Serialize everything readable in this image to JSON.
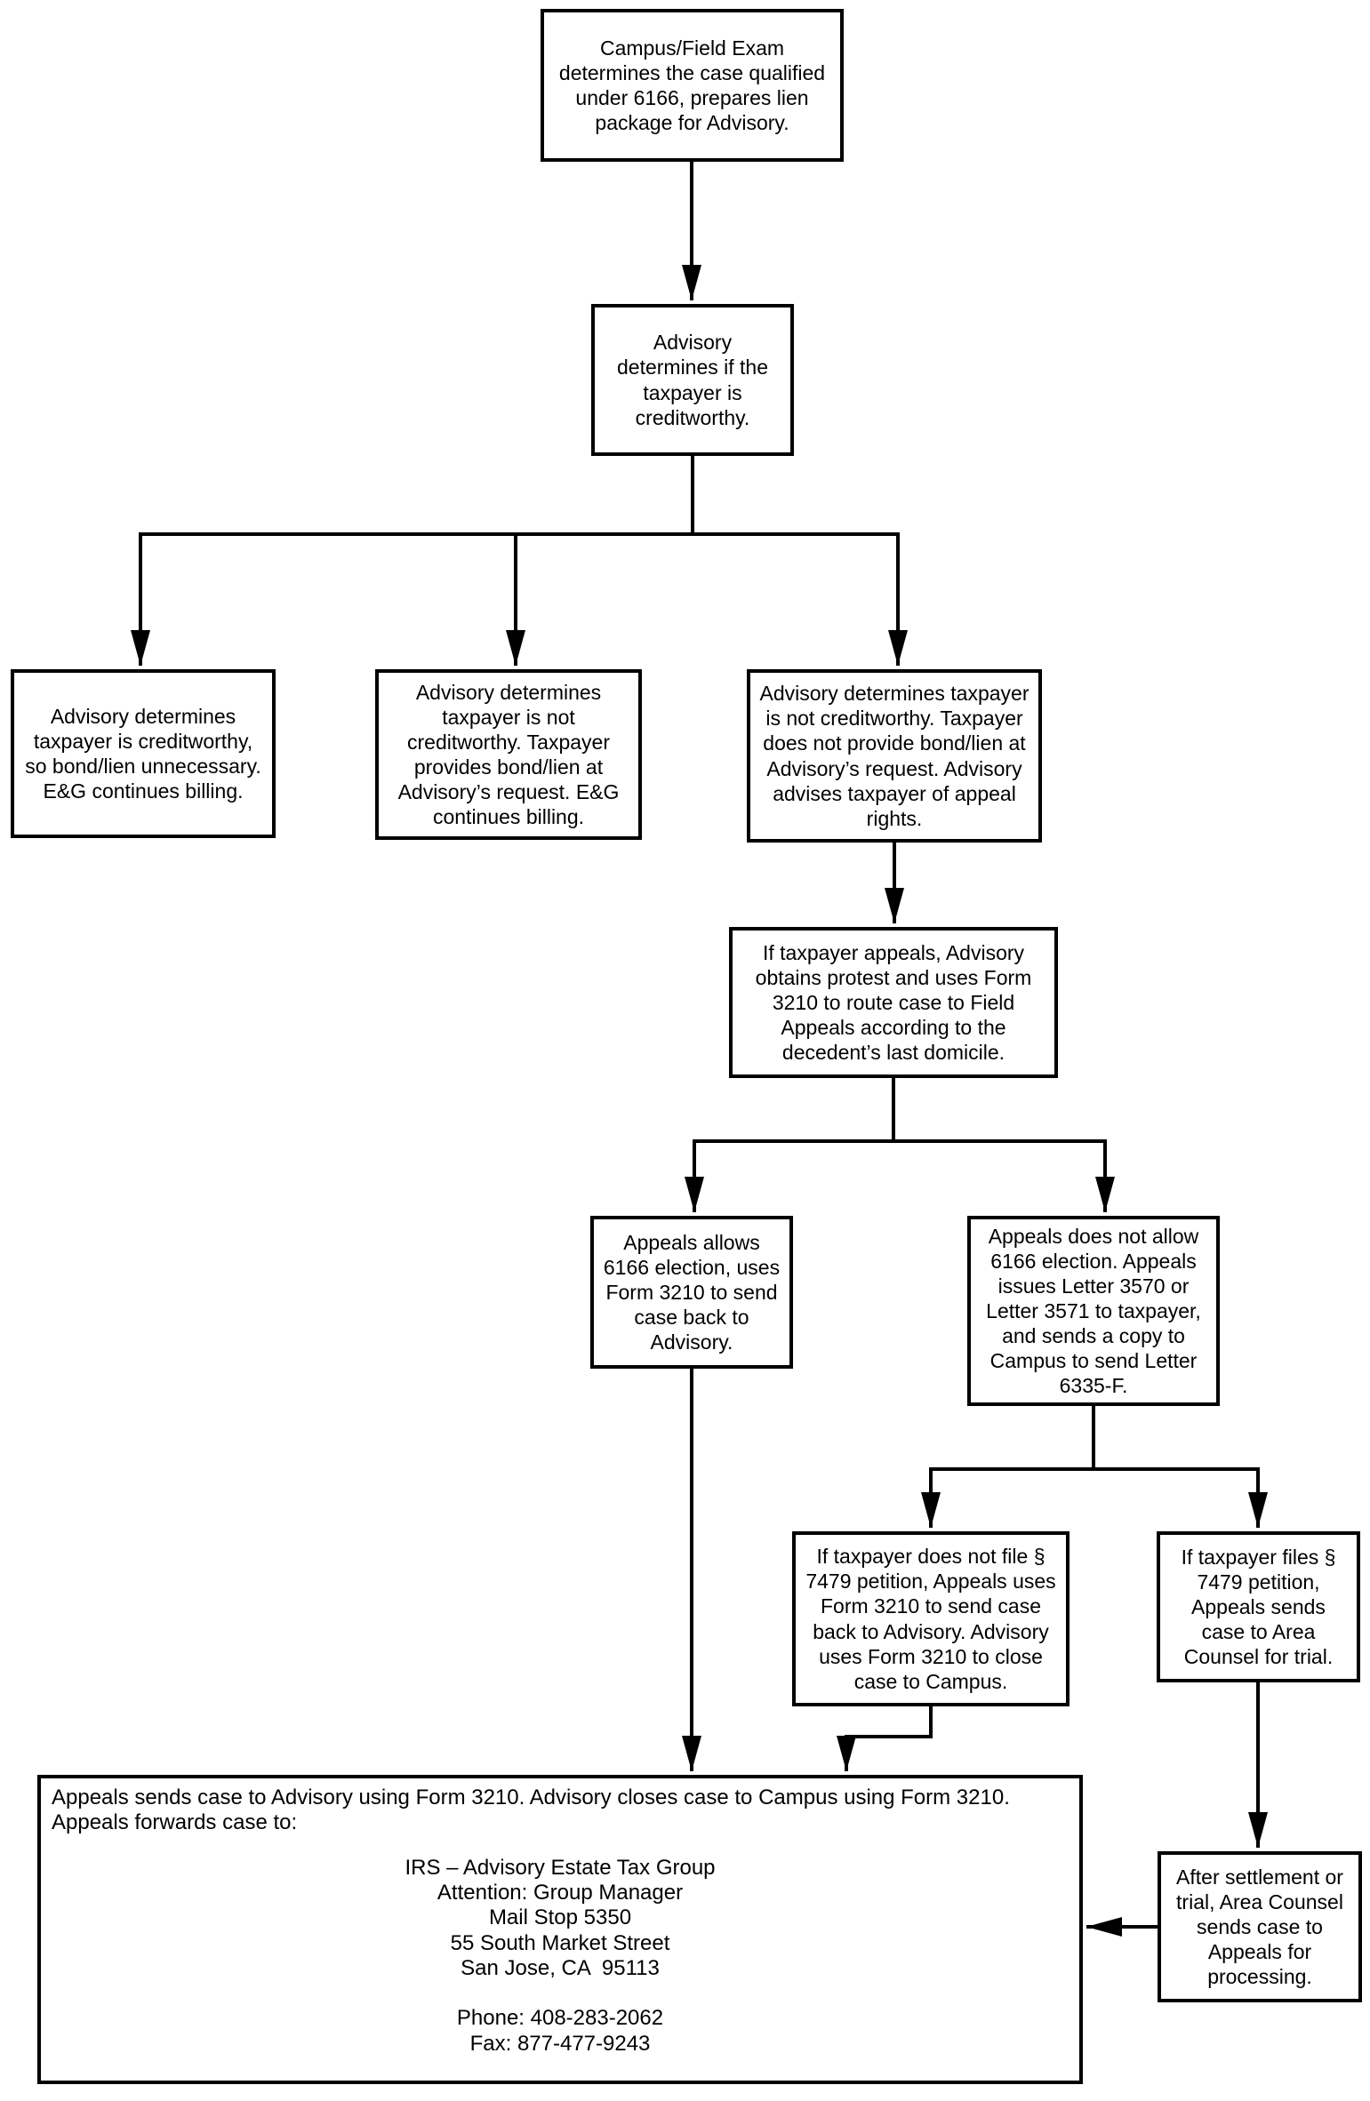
{
  "diagram_type": "flowchart",
  "colors": {
    "ink": "#000000",
    "paper": "#ffffff"
  },
  "nodes": {
    "campus_exam": "Campus/Field Exam determines the case qualified under 6166, prepares lien package for Advisory.",
    "advisory_check": "Advisory determines if the taxpayer is creditworthy.",
    "creditworthy_yes": "Advisory determines taxpayer is creditworthy, so bond/lien unnecessary. E&G continues billing.",
    "bond_provided": "Advisory determines taxpayer is not creditworthy. Taxpayer provides bond/lien at Advisory’s request. E&G continues billing.",
    "bond_not_provided": "Advisory determines taxpayer is not creditworthy. Taxpayer does not provide bond/lien at Advisory’s request. Advisory advises taxpayer of appeal rights.",
    "taxpayer_appeals": "If taxpayer appeals, Advisory obtains protest and uses Form 3210 to route case to Field Appeals according to the decedent’s last domicile.",
    "appeals_allows": "Appeals allows 6166 election, uses Form 3210 to send case back to Advisory.",
    "appeals_disallows": "Appeals does not allow 6166 election. Appeals issues Letter 3570 or Letter 3571 to taxpayer, and sends a copy to Campus to send Letter 6335-F.",
    "no_petition": "If taxpayer does not file § 7479 petition, Appeals uses Form 3210 to send case back to Advisory. Advisory uses Form 3210 to close case to Campus.",
    "petition_filed": "If taxpayer files § 7479 petition, Appeals sends case to Area Counsel for trial.",
    "after_settlement": "After settlement or trial, Area Counsel sends case to Appeals for processing."
  },
  "closing_box": {
    "line1": "Appeals sends case to Advisory using Form 3210. Advisory closes case to Campus using Form 3210.",
    "line2": "Appeals forwards case to:",
    "address": [
      "IRS – Advisory Estate Tax Group",
      "Attention: Group Manager",
      "Mail Stop 5350",
      "55 South Market Street",
      "San Jose, CA  95113"
    ],
    "phone": "Phone: 408-283-2062",
    "fax": "Fax: 877-477-9243"
  }
}
